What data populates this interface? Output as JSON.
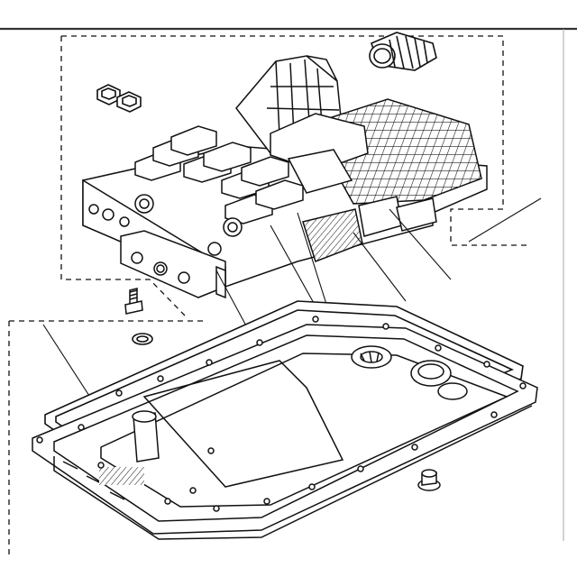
{
  "diagram": {
    "style": "exploded-view line drawing",
    "line_color": "#111111",
    "fill_color": "#ffffff",
    "border_color": "#333333",
    "parts": [
      {
        "name": "valve-body-mechatronic-unit"
      },
      {
        "name": "connector-sleeve"
      },
      {
        "name": "seal-clip"
      },
      {
        "name": "mounting-bolt"
      },
      {
        "name": "o-ring-seal"
      },
      {
        "name": "pan-gasket"
      },
      {
        "name": "oil-pan-with-filter"
      },
      {
        "name": "drain-plug"
      }
    ]
  }
}
